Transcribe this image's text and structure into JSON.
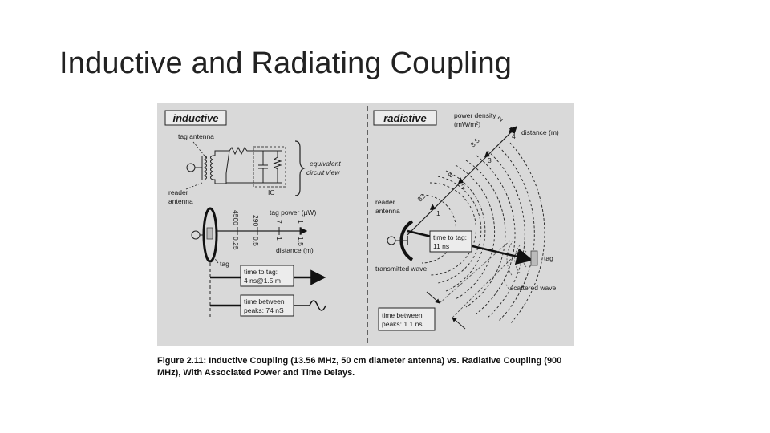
{
  "slide": {
    "title": "Inductive and Radiating Coupling"
  },
  "figure": {
    "inductive": {
      "heading": "inductive",
      "tag_antenna": "tag antenna",
      "equivalent_circuit": [
        "equivalent",
        "circuit view"
      ],
      "ic": "IC",
      "reader_antenna": [
        "reader",
        "antenna"
      ],
      "tag_power": "tag power (µW)",
      "power_values": [
        "4500",
        "290",
        "7",
        "1"
      ],
      "distance_values": [
        "0.25",
        "0.5",
        "1",
        "1.5"
      ],
      "distance_label": "distance (m)",
      "tag": "tag",
      "time_to_tag": [
        "time to tag:",
        "4 ns@1.5 m"
      ],
      "time_between": [
        "time between",
        "peaks: 74 nS"
      ]
    },
    "radiative": {
      "heading": "radiative",
      "power_density": [
        "power density",
        "(mW/m²)"
      ],
      "distance_label": "distance (m)",
      "power_values": [
        "2",
        "3.5",
        "8",
        "32"
      ],
      "distance_values": [
        "4",
        "3",
        "2",
        "1"
      ],
      "reader_antenna": [
        "reader",
        "antenna"
      ],
      "time_to_tag": [
        "time to tag:",
        "11 ns"
      ],
      "tag": "tag",
      "transmitted_wave": "transmitted wave",
      "scattered_wave": "scattered wave",
      "time_between": [
        "time between",
        "peaks: 1.1 ns"
      ]
    },
    "caption": "Figure 2.11: Inductive Coupling (13.56 MHz, 50 cm diameter antenna) vs. Radiative Coupling (900 MHz), With Associated Power and Time Delays."
  }
}
